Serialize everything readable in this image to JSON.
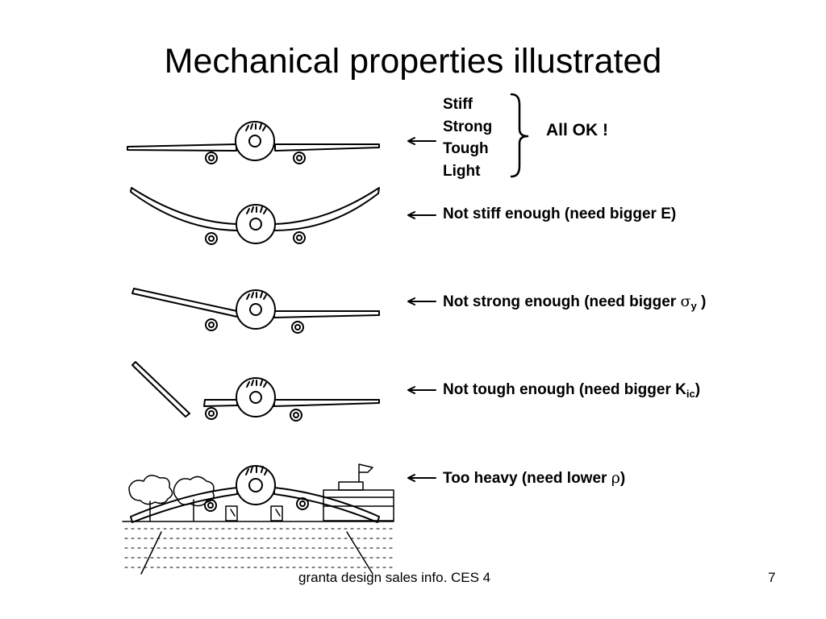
{
  "slide": {
    "title": "Mechanical properties illustrated",
    "requirements": [
      "Stiff",
      "Strong",
      "Tough",
      "Light"
    ],
    "all_ok": "All OK !",
    "cases": {
      "stiff": {
        "text": "Not stiff enough (need bigger E)"
      },
      "strong": {
        "prefix": "Not strong enough (need bigger ",
        "symbol": "σ",
        "sub": "y",
        "suffix": " )"
      },
      "tough": {
        "prefix": "Not tough enough (need bigger K",
        "sub": "ic",
        "suffix": ")"
      },
      "light": {
        "prefix": "Too heavy (need lower ",
        "symbol": "ρ",
        "suffix": ")"
      }
    },
    "footer": {
      "text": "granta design sales info.  CES 4",
      "page": "7"
    }
  }
}
